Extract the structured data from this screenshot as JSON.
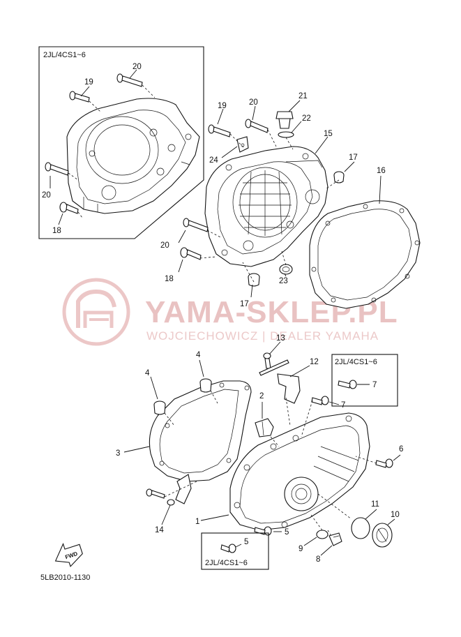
{
  "watermark": {
    "brand": "YAMA-SKLEP.PL",
    "subtitle": "WOJCIECHOWICZ | DEALER YAMAHA"
  },
  "diagram_code": "5LB2010-1130",
  "inset_labels": {
    "top_left": "2JL/4CS1~6",
    "right": "2JL/4CS1~6",
    "bottom": "2JL/4CS1~6"
  },
  "fwd_label": "FWD",
  "callouts": [
    {
      "id": "c20a",
      "text": "20"
    },
    {
      "id": "c19a",
      "text": "19"
    },
    {
      "id": "c20b",
      "text": "20"
    },
    {
      "id": "c18a",
      "text": "18"
    },
    {
      "id": "c19b",
      "text": "19"
    },
    {
      "id": "c20c",
      "text": "20"
    },
    {
      "id": "c21",
      "text": "21"
    },
    {
      "id": "c22",
      "text": "22"
    },
    {
      "id": "c15",
      "text": "15"
    },
    {
      "id": "c17a",
      "text": "17"
    },
    {
      "id": "c16",
      "text": "16"
    },
    {
      "id": "c24",
      "text": "24"
    },
    {
      "id": "c20d",
      "text": "20"
    },
    {
      "id": "c18b",
      "text": "18"
    },
    {
      "id": "c23",
      "text": "23"
    },
    {
      "id": "c17b",
      "text": "17"
    },
    {
      "id": "c13",
      "text": "13"
    },
    {
      "id": "c12",
      "text": "12"
    },
    {
      "id": "c4a",
      "text": "4"
    },
    {
      "id": "c4b",
      "text": "4"
    },
    {
      "id": "c7a",
      "text": "7"
    },
    {
      "id": "c7b",
      "text": "7"
    },
    {
      "id": "c2",
      "text": "2"
    },
    {
      "id": "c3",
      "text": "3"
    },
    {
      "id": "c6",
      "text": "6"
    },
    {
      "id": "c1",
      "text": "1"
    },
    {
      "id": "c14",
      "text": "14"
    },
    {
      "id": "c11",
      "text": "11"
    },
    {
      "id": "c10",
      "text": "10"
    },
    {
      "id": "c5a",
      "text": "5"
    },
    {
      "id": "c5b",
      "text": "5"
    },
    {
      "id": "c9",
      "text": "9"
    },
    {
      "id": "c8",
      "text": "8"
    }
  ]
}
